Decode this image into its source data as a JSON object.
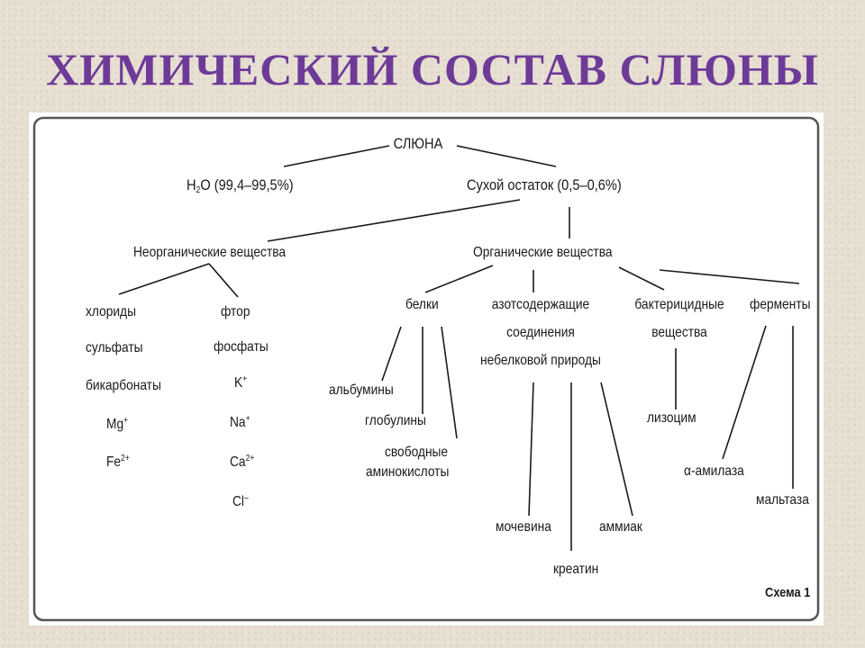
{
  "title": "ХИМИЧЕСКИЙ СОСТАВ СЛЮНЫ",
  "root": "СЛЮНА",
  "water": {
    "formula_h": "H",
    "formula_sub": "2",
    "formula_rest": "O (99,4–99,5%)"
  },
  "dry_residue": "Сухой остаток (0,5–0,6%)",
  "inorganic": {
    "label": "Неорганические вещества",
    "col1": [
      "хлориды",
      "сульфаты",
      "бикарбонаты"
    ],
    "mg": {
      "base": "Mg",
      "sup": "+"
    },
    "fe": {
      "base": "Fe",
      "sup": "2+"
    },
    "col2": [
      "фтор",
      "фосфаты"
    ],
    "k": {
      "base": "K",
      "sup": "+"
    },
    "na": {
      "base": "Na",
      "sup": "+"
    },
    "ca": {
      "base": "Ca",
      "sup": "2+"
    },
    "cl": {
      "base": "Cl",
      "sup": "–"
    }
  },
  "organic": {
    "label": "Органические вещества",
    "proteins": {
      "label": "белки",
      "items": [
        "альбумины",
        "глобулины",
        "свободные",
        "аминокислоты"
      ]
    },
    "nitrogen": {
      "lines": [
        "азотсодержащие",
        "соединения",
        "небелковой природы"
      ],
      "items": [
        "мочевина",
        "креатин",
        "аммиак"
      ]
    },
    "bactericidal": {
      "lines": [
        "бактерицидные",
        "вещества"
      ],
      "items": [
        "лизоцим"
      ]
    },
    "enzymes": {
      "label": "ферменты",
      "items": [
        "α-амилаза",
        "мальтаза"
      ]
    }
  },
  "scheme_label": "Схема 1"
}
